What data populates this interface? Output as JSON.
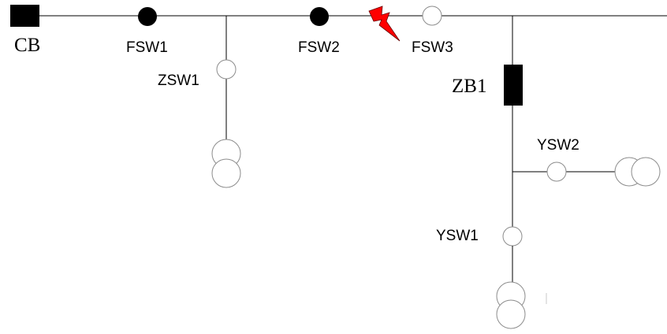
{
  "title": "Distribution feeder single-line diagram",
  "labels": {
    "cb": "CB",
    "fsw1": "FSW1",
    "fsw2": "FSW2",
    "fsw3": "FSW3",
    "zsw1": "ZSW1",
    "zb1": "ZB1",
    "ysw1": "YSW1",
    "ysw2": "YSW2"
  },
  "colors": {
    "line": "#000000",
    "closed_switch": "#000000",
    "open_switch_outline": "#8c8c8c",
    "breaker": "#000000",
    "fault": "#ff0000"
  }
}
